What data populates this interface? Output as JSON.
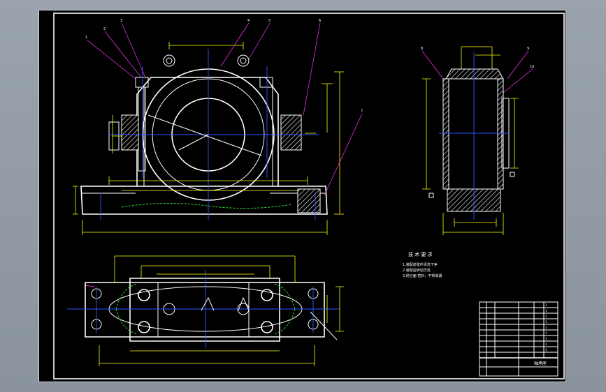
{
  "note_heading": "技 术 要 求",
  "notes": [
    "1.装配前零件清洗干净",
    "2.装配后转动灵活",
    "3.结合面 密封，不得渗漏"
  ],
  "part_numbers": [
    "1",
    "2",
    "3",
    "4",
    "5",
    "6",
    "7",
    "8",
    "9",
    "10"
  ],
  "table_values": [
    "1",
    "1",
    "1",
    "1",
    "1",
    "1",
    "1",
    "1",
    "1"
  ],
  "table_title": "轴承座"
}
